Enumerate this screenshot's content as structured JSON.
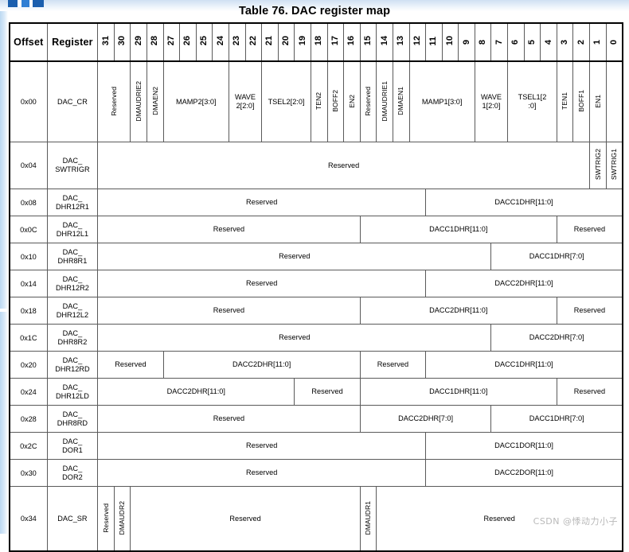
{
  "title": "Table 76. DAC register map",
  "watermark": "CSDN @悸动力小子",
  "header": {
    "offset_label": "Offset",
    "register_label": "Register",
    "bits": [
      "31",
      "30",
      "29",
      "28",
      "27",
      "26",
      "25",
      "24",
      "23",
      "22",
      "21",
      "20",
      "19",
      "18",
      "17",
      "16",
      "15",
      "14",
      "13",
      "12",
      "11",
      "10",
      "9",
      "8",
      "7",
      "6",
      "5",
      "4",
      "3",
      "2",
      "1",
      "0"
    ]
  },
  "colors": {
    "reserved_fill": "#e3e3e3",
    "grid_line": "#5a5a5a",
    "highlight_band": "#bcd9f2",
    "text": "#000000"
  },
  "rows": [
    {
      "offset": "0x00",
      "register": "DAC_CR",
      "row_class": "r-cr",
      "cells": [
        {
          "label": "Reserved",
          "span": 2,
          "reserved": true,
          "vertical": true
        },
        {
          "label": "DMAUDRIE2",
          "span": 1,
          "reserved": false,
          "vertical": true
        },
        {
          "label": "DMAEN2",
          "span": 1,
          "reserved": false,
          "vertical": true
        },
        {
          "label": "MAMP2[3:0]",
          "span": 4,
          "reserved": false,
          "vertical": false
        },
        {
          "label": "WAVE 2[2:0]",
          "span": 2,
          "reserved": false,
          "vertical": false
        },
        {
          "label": "TSEL2[2:0]",
          "span": 3,
          "reserved": false,
          "vertical": false
        },
        {
          "label": "TEN2",
          "span": 1,
          "reserved": false,
          "vertical": true
        },
        {
          "label": "BOFF2",
          "span": 1,
          "reserved": false,
          "vertical": true
        },
        {
          "label": "EN2",
          "span": 1,
          "reserved": false,
          "vertical": true
        },
        {
          "label": "Reserved",
          "span": 1,
          "reserved": true,
          "vertical": true
        },
        {
          "label": "DMAUDRIE1",
          "span": 1,
          "reserved": false,
          "vertical": true
        },
        {
          "label": "DMAEN1",
          "span": 1,
          "reserved": false,
          "vertical": true
        },
        {
          "label": "MAMP1[3:0]",
          "span": 4,
          "reserved": false,
          "vertical": false
        },
        {
          "label": "WAVE 1[2:0]",
          "span": 2,
          "reserved": false,
          "vertical": false
        },
        {
          "label": "TSEL1[2 :0]",
          "span": 3,
          "reserved": false,
          "vertical": false
        },
        {
          "label": "TEN1",
          "span": 1,
          "reserved": false,
          "vertical": true
        },
        {
          "label": "BOFF1",
          "span": 1,
          "reserved": false,
          "vertical": true
        },
        {
          "label": "EN1",
          "span": 1,
          "reserved": false,
          "vertical": true
        }
      ]
    },
    {
      "offset": "0x04",
      "register": "DAC_ SWTRIGR",
      "row_class": "r-swt",
      "cells": [
        {
          "label": "Reserved",
          "span": 30,
          "reserved": true,
          "vertical": false
        },
        {
          "label": "SWTRIG2",
          "span": 1,
          "reserved": false,
          "vertical": true
        },
        {
          "label": "SWTRIG1",
          "span": 1,
          "reserved": false,
          "vertical": true
        }
      ]
    },
    {
      "offset": "0x08",
      "register": "DAC_ DHR12R1",
      "row_class": "r-std",
      "cells": [
        {
          "label": "Reserved",
          "span": 20,
          "reserved": true,
          "vertical": false
        },
        {
          "label": "DACC1DHR[11:0]",
          "span": 12,
          "reserved": false,
          "vertical": false
        }
      ]
    },
    {
      "offset": "0x0C",
      "register": "DAC_ DHR12L1",
      "row_class": "r-std",
      "cells": [
        {
          "label": "Reserved",
          "span": 16,
          "reserved": true,
          "vertical": false
        },
        {
          "label": "DACC1DHR[11:0]",
          "span": 12,
          "reserved": false,
          "vertical": false
        },
        {
          "label": "Reserved",
          "span": 4,
          "reserved": true,
          "vertical": false
        }
      ]
    },
    {
      "offset": "0x10",
      "register": "DAC_ DHR8R1",
      "row_class": "r-std",
      "cells": [
        {
          "label": "Reserved",
          "span": 24,
          "reserved": true,
          "vertical": false
        },
        {
          "label": "DACC1DHR[7:0]",
          "span": 8,
          "reserved": false,
          "vertical": false
        }
      ]
    },
    {
      "offset": "0x14",
      "register": "DAC_ DHR12R2",
      "row_class": "r-std",
      "cells": [
        {
          "label": "Reserved",
          "span": 20,
          "reserved": true,
          "vertical": false
        },
        {
          "label": "DACC2DHR[11:0]",
          "span": 12,
          "reserved": false,
          "vertical": false
        }
      ]
    },
    {
      "offset": "0x18",
      "register": "DAC_ DHR12L2",
      "row_class": "r-std",
      "cells": [
        {
          "label": "Reserved",
          "span": 16,
          "reserved": true,
          "vertical": false
        },
        {
          "label": "DACC2DHR[11:0]",
          "span": 12,
          "reserved": false,
          "vertical": false
        },
        {
          "label": "Reserved",
          "span": 4,
          "reserved": true,
          "vertical": false
        }
      ]
    },
    {
      "offset": "0x1C",
      "register": "DAC_ DHR8R2",
      "row_class": "r-std",
      "cells": [
        {
          "label": "Reserved",
          "span": 24,
          "reserved": true,
          "vertical": false
        },
        {
          "label": "DACC2DHR[7:0]",
          "span": 8,
          "reserved": false,
          "vertical": false
        }
      ]
    },
    {
      "offset": "0x20",
      "register": "DAC_ DHR12RD",
      "row_class": "r-std",
      "cells": [
        {
          "label": "Reserved",
          "span": 4,
          "reserved": true,
          "vertical": false
        },
        {
          "label": "DACC2DHR[11:0]",
          "span": 12,
          "reserved": false,
          "vertical": false
        },
        {
          "label": "Reserved",
          "span": 4,
          "reserved": true,
          "vertical": false
        },
        {
          "label": "DACC1DHR[11:0]",
          "span": 12,
          "reserved": false,
          "vertical": false
        }
      ]
    },
    {
      "offset": "0x24",
      "register": "DAC_ DHR12LD",
      "row_class": "r-std",
      "cells": [
        {
          "label": "DACC2DHR[11:0]",
          "span": 12,
          "reserved": false,
          "vertical": false
        },
        {
          "label": "Reserved",
          "span": 4,
          "reserved": true,
          "vertical": false
        },
        {
          "label": "DACC1DHR[11:0]",
          "span": 12,
          "reserved": false,
          "vertical": false
        },
        {
          "label": "Reserved",
          "span": 4,
          "reserved": true,
          "vertical": false
        }
      ]
    },
    {
      "offset": "0x28",
      "register": "DAC_ DHR8RD",
      "row_class": "r-std",
      "cells": [
        {
          "label": "Reserved",
          "span": 16,
          "reserved": true,
          "vertical": false
        },
        {
          "label": "DACC2DHR[7:0]",
          "span": 8,
          "reserved": false,
          "vertical": false
        },
        {
          "label": "DACC1DHR[7:0]",
          "span": 8,
          "reserved": false,
          "vertical": false
        }
      ]
    },
    {
      "offset": "0x2C",
      "register": "DAC_ DOR1",
      "row_class": "r-std",
      "cells": [
        {
          "label": "Reserved",
          "span": 20,
          "reserved": true,
          "vertical": false
        },
        {
          "label": "DACC1DOR[11:0]",
          "span": 12,
          "reserved": false,
          "vertical": false
        }
      ]
    },
    {
      "offset": "0x30",
      "register": "DAC_ DOR2",
      "row_class": "r-std",
      "cells": [
        {
          "label": "Reserved",
          "span": 20,
          "reserved": true,
          "vertical": false
        },
        {
          "label": "DACC2DOR[11:0]",
          "span": 12,
          "reserved": false,
          "vertical": false
        }
      ]
    },
    {
      "offset": "0x34",
      "register": "DAC_SR",
      "row_class": "r-sr",
      "cells": [
        {
          "label": "Reserved",
          "span": 1,
          "reserved": true,
          "vertical": true
        },
        {
          "label": "DMAUDR2",
          "span": 1,
          "reserved": false,
          "vertical": true
        },
        {
          "label": "Reserved",
          "span": 14,
          "reserved": true,
          "vertical": false
        },
        {
          "label": "DMAUDR1",
          "span": 1,
          "reserved": false,
          "vertical": true
        },
        {
          "label": "Reserved",
          "span": 15,
          "reserved": true,
          "vertical": false
        }
      ]
    }
  ]
}
